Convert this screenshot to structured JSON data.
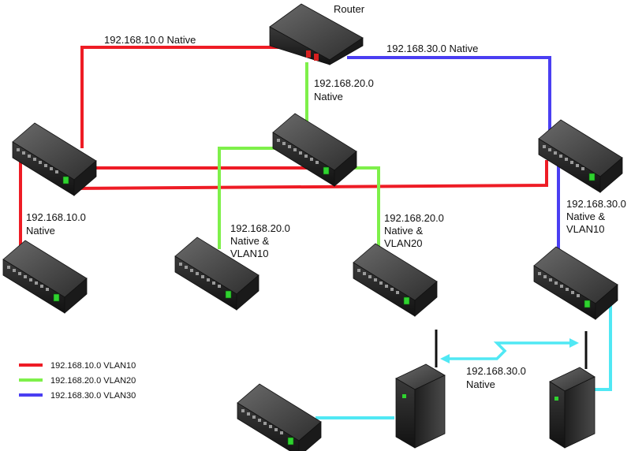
{
  "colors": {
    "vlan10": "#ee1c25",
    "vlan20": "#7ef04a",
    "vlan30": "#4a3ef2",
    "wireless": "#50e8f4"
  },
  "labels": {
    "router": "Router",
    "link_router_left": "192.168.10.0 Native",
    "link_router_right": "192.168.30.0 Native",
    "link_router_center": [
      "192.168.20.0",
      "Native"
    ],
    "link_left_down": [
      "192.168.10.0",
      "Native"
    ],
    "link_center_left_down": [
      "192.168.20.0",
      "Native &",
      "VLAN10"
    ],
    "link_center_right_down": [
      "192.168.20.0",
      "Native &",
      "VLAN20"
    ],
    "link_right_down": [
      "192.168.30.0",
      "Native &",
      "VLAN10"
    ],
    "link_wireless": [
      "192.168.30.0",
      "Native"
    ]
  },
  "legend": [
    {
      "label": "192.168.10.0 VLAN10",
      "color": "#ee1c25"
    },
    {
      "label": "192.168.20.0 VLAN20",
      "color": "#7ef04a"
    },
    {
      "label": "192.168.30.0 VLAN30",
      "color": "#4a3ef2"
    }
  ]
}
